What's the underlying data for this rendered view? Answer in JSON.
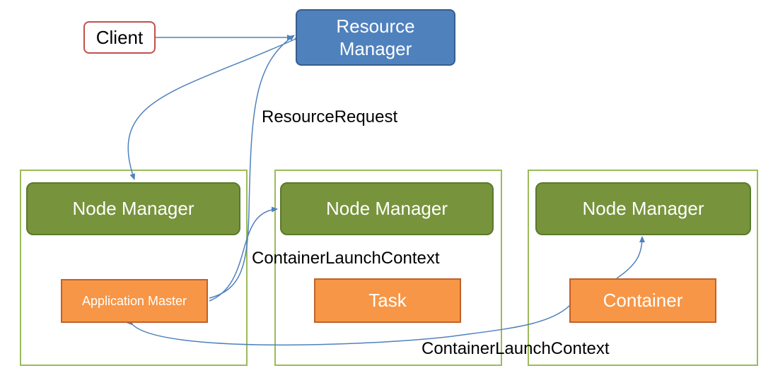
{
  "client": {
    "label": "Client"
  },
  "resource_manager": {
    "label": "Resource\nManager"
  },
  "node_managers": [
    {
      "label": "Node Manager"
    },
    {
      "label": "Node Manager"
    },
    {
      "label": "Node Manager"
    }
  ],
  "application_master": {
    "label": "Application Master"
  },
  "task": {
    "label": "Task"
  },
  "container": {
    "label": "Container"
  },
  "labels": {
    "resource_request": "ResourceRequest",
    "container_launch_context_1": "ContainerLaunchContext",
    "container_launch_context_2": "ContainerLaunchContext"
  },
  "colors": {
    "client_border": "#c0504d",
    "resource_manager": "#4f81bd",
    "node_manager": "#77933c",
    "node_border": "#9bbb59",
    "orange": "#f79646",
    "arrow": "#4f81bd"
  }
}
